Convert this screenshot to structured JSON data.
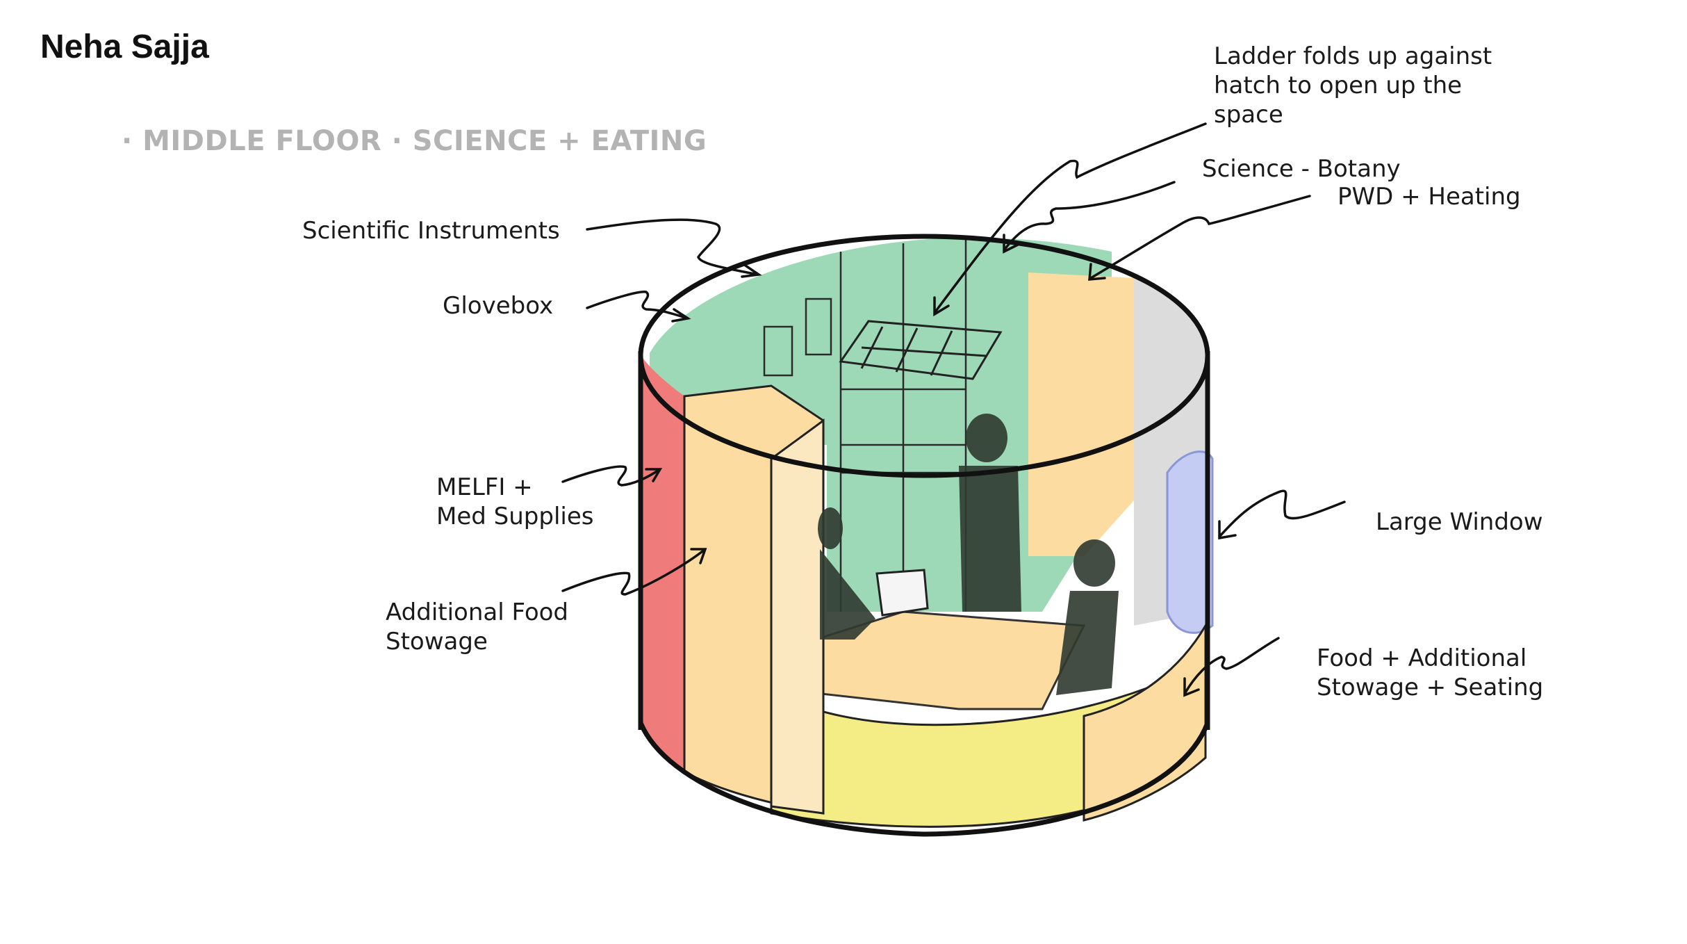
{
  "author": "Neha Sajja",
  "subtitle": "· MIDDLE FLOOR · SCIENCE + EATING",
  "labels": {
    "ladder": "Ladder folds up against\nhatch to open up the\nspace",
    "science_botany": "Science - Botany",
    "pwd_heating": "PWD + Heating",
    "scientific_instruments": "Scientific Instruments",
    "glovebox": "Glovebox",
    "melfi": "MELFI +\nMed Supplies",
    "additional_food": "Additional Food\nStowage",
    "large_window": "Large Window",
    "food_seating": "Food + Additional\nStowage + Seating"
  },
  "colors": {
    "science_green": "#9dd9b6",
    "melfi_red": "#f07b7b",
    "stowage_orange": "#fcdca0",
    "seating_yellow": "#f4ec84",
    "window_blue": "#c4ccf4",
    "outline": "#111111"
  }
}
